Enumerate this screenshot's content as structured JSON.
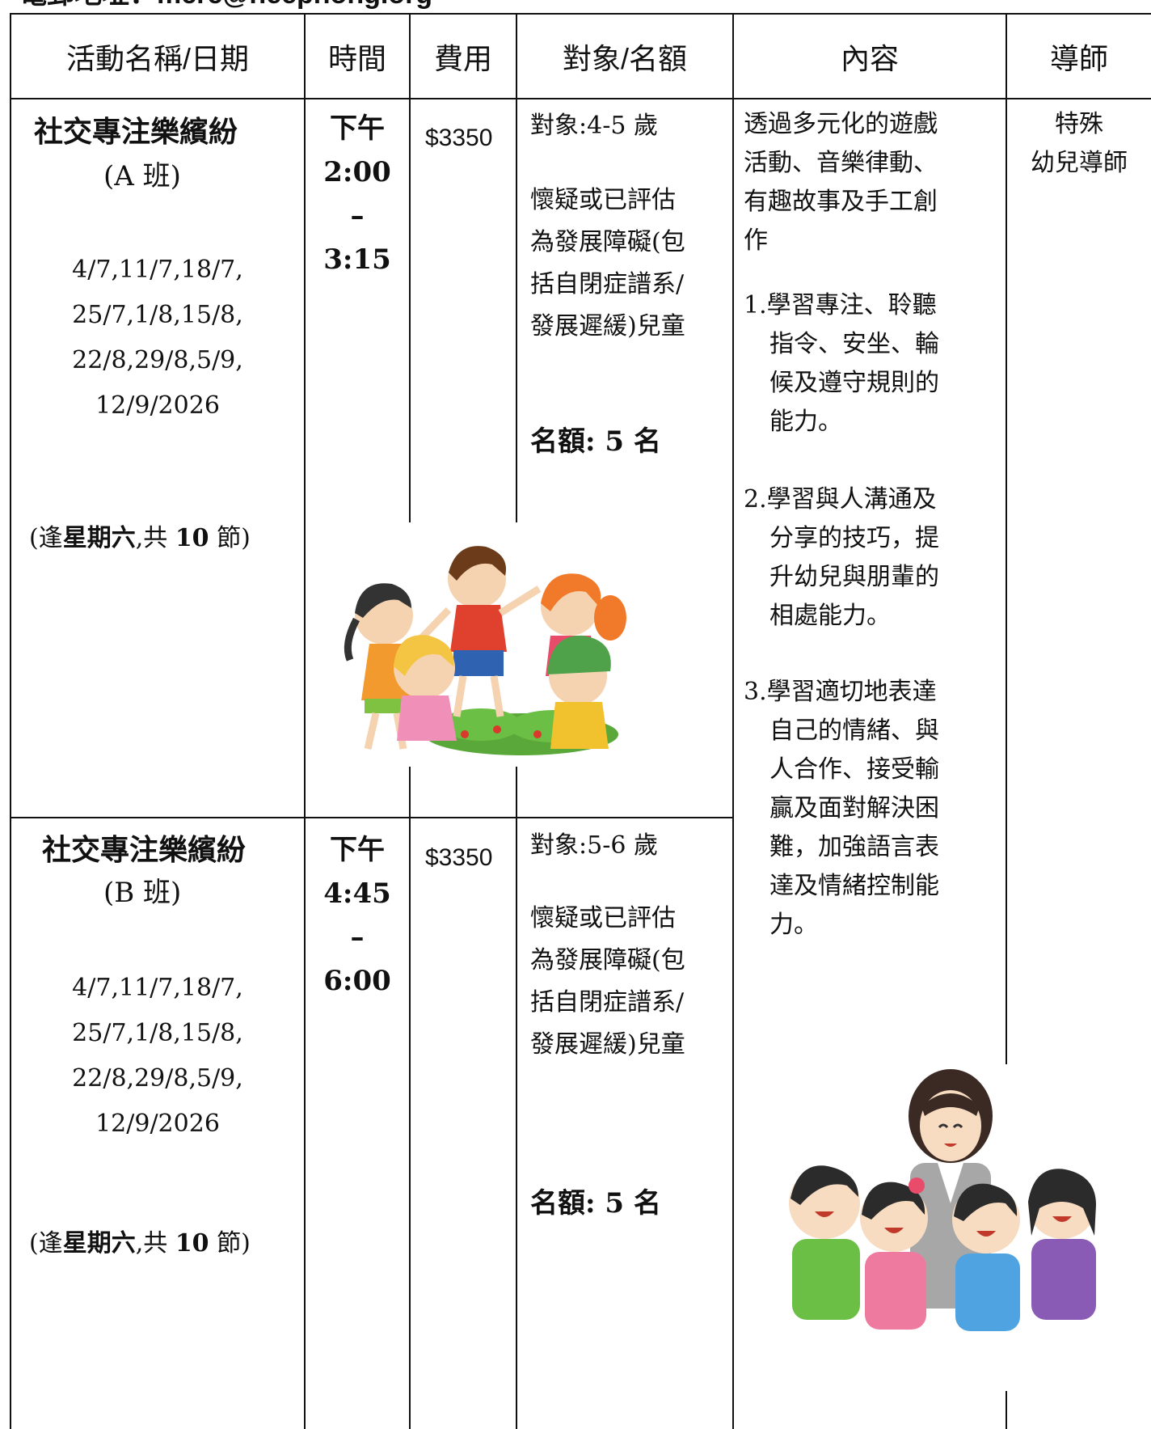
{
  "header_strip": "電郵地址：mcrc@heephong.org",
  "table": {
    "headers": {
      "name_date": "活動名稱/日期",
      "time": "時間",
      "fee": "費用",
      "audience_quota": "對象/名額",
      "content": "內容",
      "tutor": "導師"
    },
    "class_a": {
      "name": "社交專注樂繽紛",
      "class_label": "(A 班)",
      "dates": [
        "4/7,11/7,18/7,",
        "25/7,1/8,15/8,",
        "22/8,29/8,5/9,",
        "12/9/2026"
      ],
      "freq_prefix": "(逢",
      "freq_day": "星期六",
      "freq_mid": ",共",
      "freq_num": "10",
      "freq_suffix": "節)",
      "time_lines": [
        "下午",
        "2:00",
        "–",
        "3:15"
      ],
      "fee": "$3350",
      "audience": "對象:4-5 歲",
      "eligibility": [
        "懷疑或已評估",
        "為發展障礙(包",
        "括自閉症譜系/",
        "發展遲緩)兒童"
      ],
      "quota": "名額: 5 名"
    },
    "class_b": {
      "name": "社交專注樂繽紛",
      "class_label": "(B 班)",
      "dates": [
        "4/7,11/7,18/7,",
        "25/7,1/8,15/8,",
        "22/8,29/8,5/9,",
        "12/9/2026"
      ],
      "freq_prefix": "(逢",
      "freq_day": "星期六",
      "freq_mid": ",共",
      "freq_num": "10",
      "freq_suffix": "節)",
      "time_lines": [
        "下午",
        "4:45",
        "–",
        "6:00"
      ],
      "fee": "$3350",
      "audience": "對象:5-6 歲",
      "eligibility": [
        "懷疑或已評估",
        "為發展障礙(包",
        "括自閉症譜系/",
        "發展遲緩)兒童"
      ],
      "quota": "名額: 5 名"
    },
    "content": {
      "intro": [
        "透過多元化的遊戲",
        "活動、音樂律動、",
        "有趣故事及手工創",
        "作"
      ],
      "points": [
        [
          "1.學習專注、聆聽",
          "指令、安坐、輪",
          "候及遵守規則的",
          "能力。"
        ],
        [
          "2.學習與人溝通及",
          "分享的技巧，提",
          "升幼兒與朋輩的",
          "相處能力。"
        ],
        [
          "3.學習適切地表達",
          "自己的情緒、與",
          "人合作、接受輸",
          "贏及面對解決困",
          "難，加強語言表",
          "達及情緒控制能",
          "力。"
        ]
      ]
    },
    "tutor": [
      "特殊",
      "幼兒導師"
    ]
  },
  "illustrations": {
    "children_playing": "children-holding-hands-illustration",
    "teacher_group": "teacher-with-children-illustration"
  }
}
